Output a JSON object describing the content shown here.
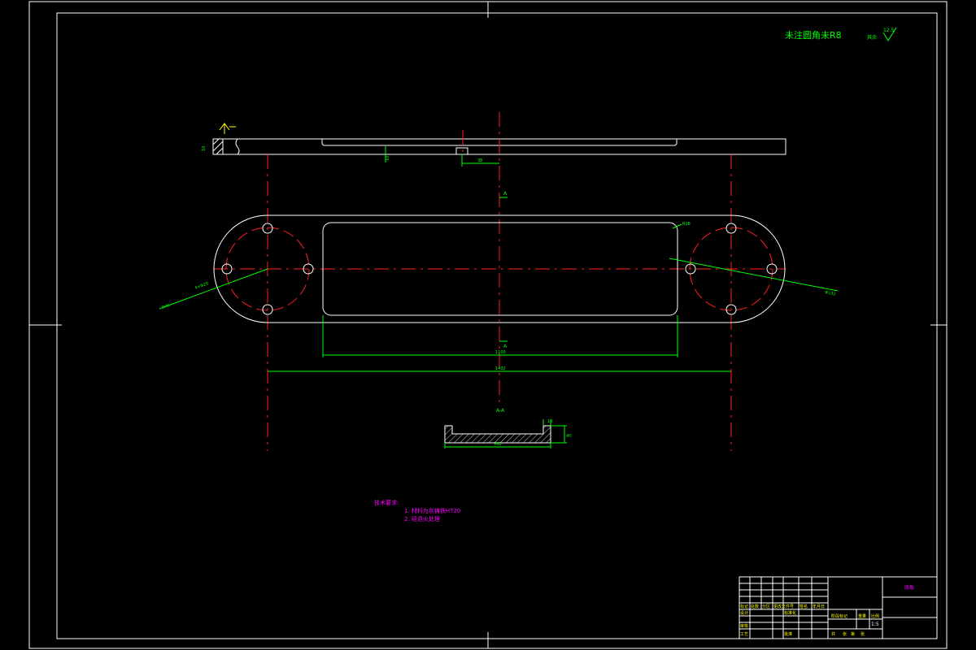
{
  "notes": {
    "top_note": "未注圆角未R8",
    "roughness_symbol": "12.5",
    "roughness_note": "其余",
    "tech_title": "技术要求:",
    "tech_items": [
      "1. 材料为灰铸铁HT20",
      "2. 经退火处理"
    ]
  },
  "labels": {
    "section_marker_top": "A",
    "section_marker_bottom": "A",
    "section_view": "A-A",
    "radius_left": "R45",
    "radius_left_2": "4×Φ20",
    "radius_right": "Φ132",
    "radius_corner": "R28",
    "dim_inner": "1100",
    "dim_outer": "1432",
    "dim_top_small": "10",
    "dim_top_offset": "38",
    "dim_left_thk": "10",
    "dim_section_len": "340",
    "dim_section_h": "40",
    "dim_section_t": "10"
  },
  "title_block": {
    "name": "底板",
    "scale": "1:5",
    "headers": [
      "标记",
      "处数",
      "分区",
      "更改文件号",
      "签名",
      "年月日"
    ],
    "roles": [
      "设计",
      "标准化",
      "审核",
      "工艺",
      "批准"
    ],
    "stage_label": "阶段标记",
    "weight_label": "重量",
    "scale_label": "比例",
    "sheet_info": [
      "共",
      "张",
      "第",
      "张"
    ]
  },
  "colors": {
    "frame": "#ffffff",
    "center": "#ff2020",
    "dimension": "#00ff00",
    "annotation": "#ff00ff",
    "titleblock": "#ffff00"
  }
}
